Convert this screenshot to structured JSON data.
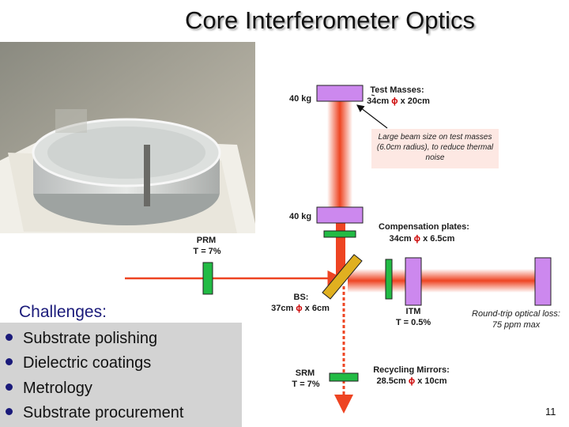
{
  "title": "Core Interferometer Optics",
  "labels": {
    "tm_top_mass": "40 kg",
    "tm_top_title": "Test Masses:",
    "tm_top_dims": "34cm",
    "tm_top_dims2": "x 20cm",
    "beam_note": "Large beam size on test masses (6.0cm radius), to reduce thermal noise",
    "tm_bottom_mass": "40 kg",
    "comp_title": "Compensation plates:",
    "comp_dims": "34cm",
    "comp_dims2": "x 6.5cm",
    "prm_name": "PRM",
    "prm_t": "T = 7%",
    "bs_name": "BS:",
    "bs_dims": "37cm",
    "bs_dims2": "x 6cm",
    "itm_name": "ITM",
    "itm_t": "T = 0.5%",
    "loss_line1": "Round-trip optical loss:",
    "loss_line2": "75 ppm max",
    "srm_name": "SRM",
    "srm_t": "T = 7%",
    "rm_title": "Recycling Mirrors:",
    "rm_dims": "28.5cm",
    "rm_dims2": "x 10cm",
    "phi": "ϕ"
  },
  "challenges": {
    "title": "Challenges:",
    "items": [
      "Substrate polishing",
      "Dielectric coatings",
      "Metrology",
      "Substrate procurement"
    ]
  },
  "page_number": "11",
  "colors": {
    "mirror": "#cc88ee",
    "plate": "#22bb44",
    "beam": "#ee4422",
    "bs": "#e0b020",
    "label_red": "#cc0000"
  }
}
